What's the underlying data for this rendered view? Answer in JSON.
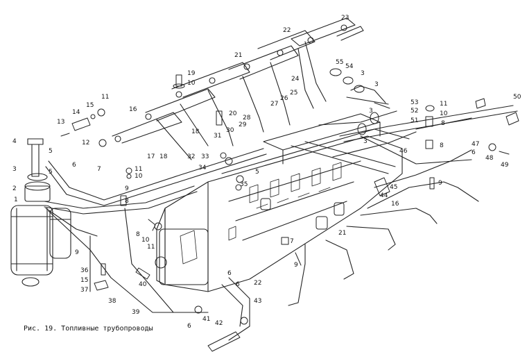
{
  "caption": "Рис. 19. Топливные трубопроводы",
  "callouts": [
    "1",
    "2",
    "3",
    "4",
    "5",
    "6",
    "7",
    "8",
    "9",
    "10",
    "11",
    "12",
    "13",
    "14",
    "15",
    "16",
    "17",
    "18",
    "19",
    "20",
    "21",
    "22",
    "23",
    "24",
    "25",
    "26",
    "27",
    "28",
    "29",
    "30",
    "31",
    "32",
    "33",
    "34",
    "35",
    "36",
    "37",
    "38",
    "39",
    "40",
    "41",
    "42",
    "43",
    "44",
    "45",
    "46",
    "47",
    "48",
    "49",
    "50",
    "51",
    "52",
    "53",
    "54",
    "55"
  ]
}
